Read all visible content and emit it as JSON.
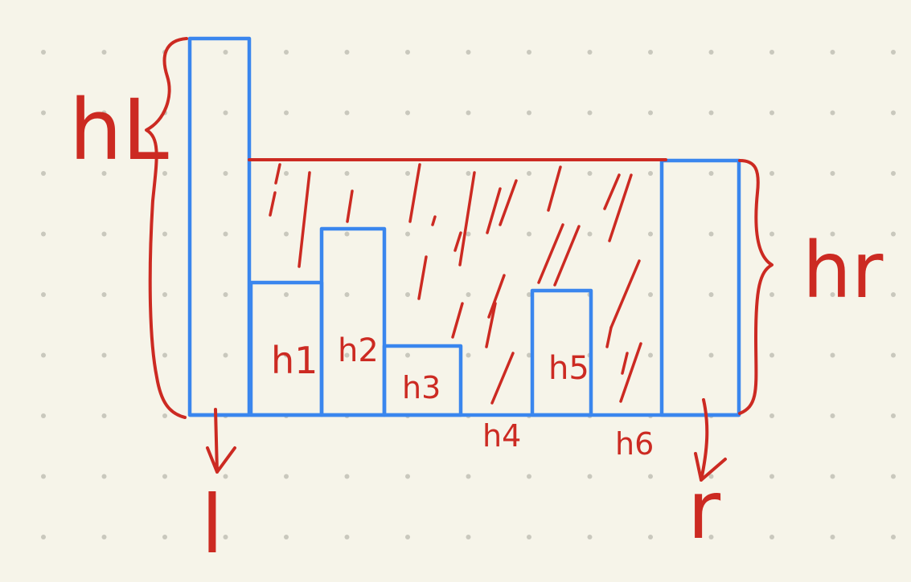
{
  "colors": {
    "paper": "#f6f4e9",
    "dot": "#c9c8bd",
    "bar": "#3a86ee",
    "ink": "#cc2a22"
  },
  "labels": {
    "left_height": "hL",
    "right_height": "hr",
    "left_index": "l",
    "right_index": "r",
    "h1": "h1",
    "h2": "h2",
    "h3": "h3",
    "h4": "h4",
    "h5": "h5",
    "h6": "h6"
  }
}
